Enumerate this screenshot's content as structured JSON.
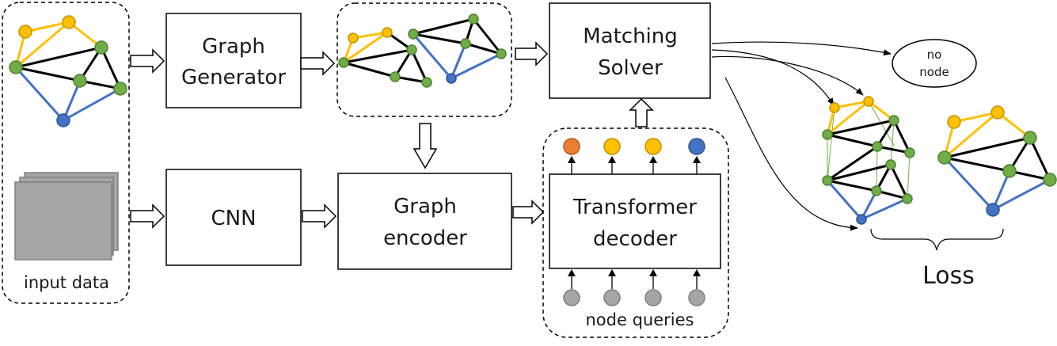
{
  "labels": {
    "graph_generator_line1": "Graph",
    "graph_generator_line2": "Generator",
    "cnn": "CNN",
    "graph_encoder_line1": "Graph",
    "graph_encoder_line2": "encoder",
    "matching_solver_line1": "Matching",
    "matching_solver_line2": "Solver",
    "transformer_decoder_line1": "Transformer",
    "transformer_decoder_line2": "decoder",
    "no_node_line1": "no",
    "no_node_line2": "node",
    "input_data": "input data",
    "node_queries": "node queries",
    "loss": "Loss"
  },
  "colors": {
    "yellow_node": "#FFC000",
    "yellow_stroke": "#C49000",
    "green_node": "#70AD47",
    "green_stroke": "#4E7F30",
    "blue_node": "#4472C4",
    "blue_stroke": "#2F528F",
    "orange_node": "#ED7D31",
    "orange_stroke": "#AE5A21",
    "gray_node": "#A5A5A5",
    "gray_stroke": "#7F7F7F",
    "yellow_edge": "#FFC000",
    "blue_edge": "#4472C4",
    "black_edge": "#000000",
    "match_line": "#70AD47",
    "image_fill": "#A6A6A6"
  },
  "output_nodes": [
    "orange",
    "yellow",
    "yellow",
    "blue"
  ],
  "query_node_count": 4
}
